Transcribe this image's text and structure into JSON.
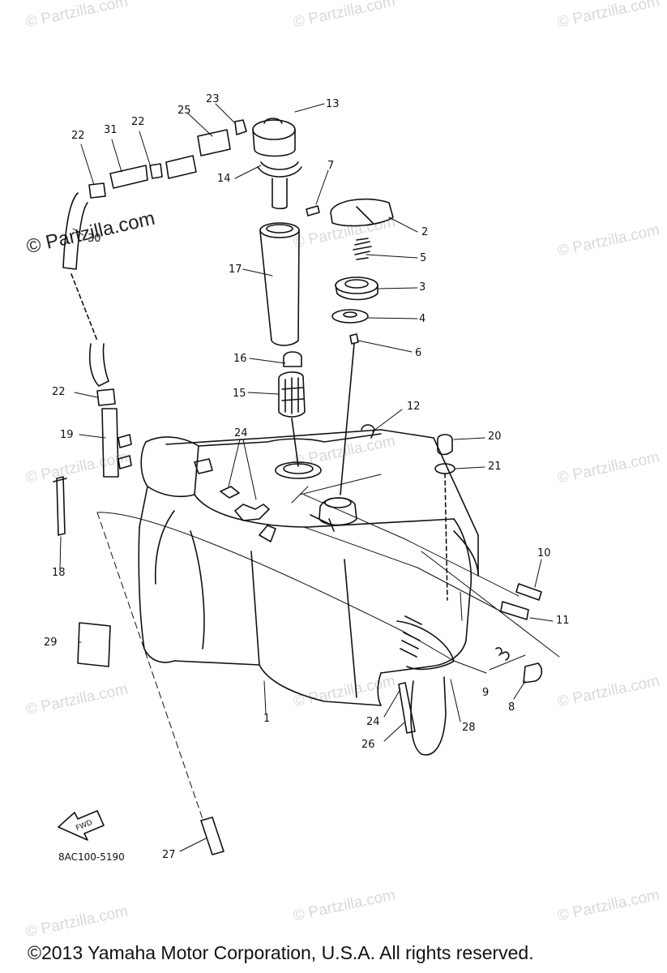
{
  "watermark_text": "© Partzilla.com",
  "primary_watermark_text": "© Partzilla.com",
  "diagram_code": "8AC100-5190",
  "fwd_label": "FWD",
  "copyright": "©2013  Yamaha Motor Corporation, U.S.A. All rights reserved.",
  "callouts": [
    "1",
    "2",
    "3",
    "4",
    "5",
    "6",
    "7",
    "8",
    "9",
    "10",
    "11",
    "12",
    "13",
    "14",
    "15",
    "16",
    "17",
    "18",
    "19",
    "20",
    "21",
    "22",
    "22",
    "22",
    "23",
    "24",
    "24",
    "25",
    "26",
    "27",
    "28",
    "29",
    "30",
    "31"
  ]
}
